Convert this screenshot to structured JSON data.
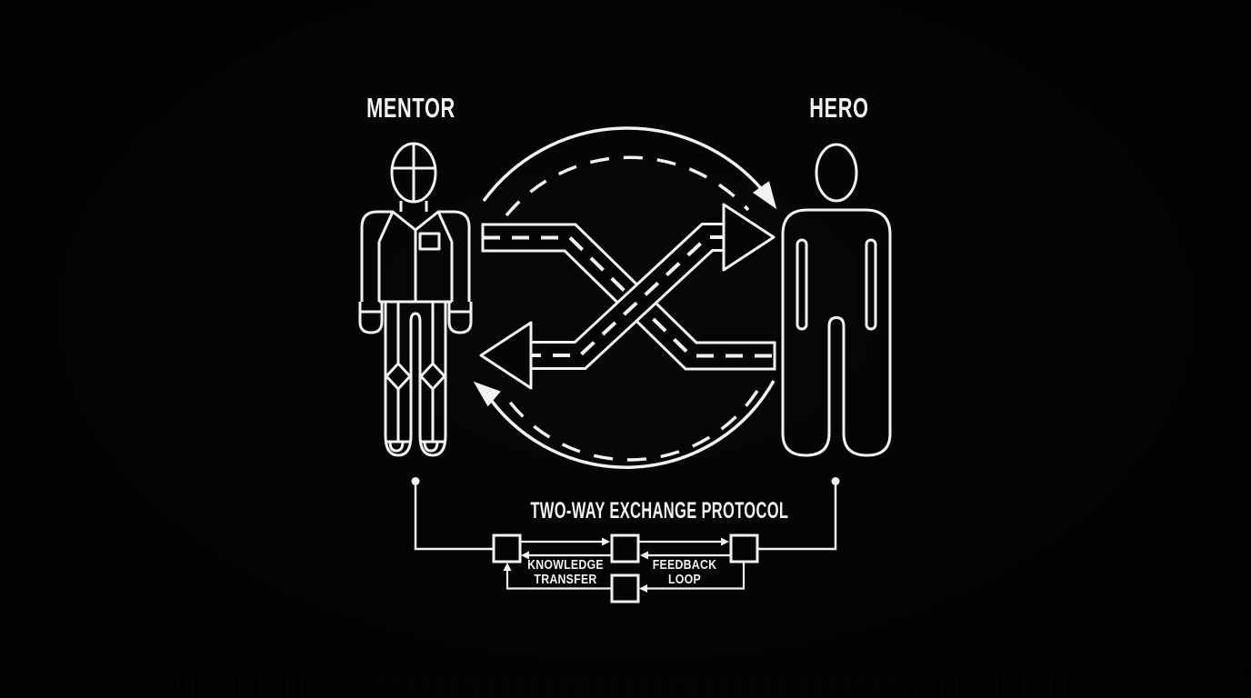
{
  "canvas": {
    "background_color": "#050505",
    "line_color": "#f2f2f2"
  },
  "actors": {
    "mentor": {
      "label": "MENTOR",
      "icon": "mentor-figure-icon"
    },
    "hero": {
      "label": "HERO",
      "icon": "hero-figure-icon"
    }
  },
  "exchange": {
    "icons": [
      "crossing-roads-icon",
      "top-cycle-arrow-icon",
      "bottom-cycle-arrow-icon"
    ]
  },
  "protocol": {
    "title": "TWO-WAY EXCHANGE PROTOCOL",
    "knowledge_transfer": {
      "line1": "KNOWLEDGE",
      "line2": "TRANSFER"
    },
    "feedback_loop": {
      "line1": "FEEDBACK",
      "line2": "LOOP"
    }
  }
}
